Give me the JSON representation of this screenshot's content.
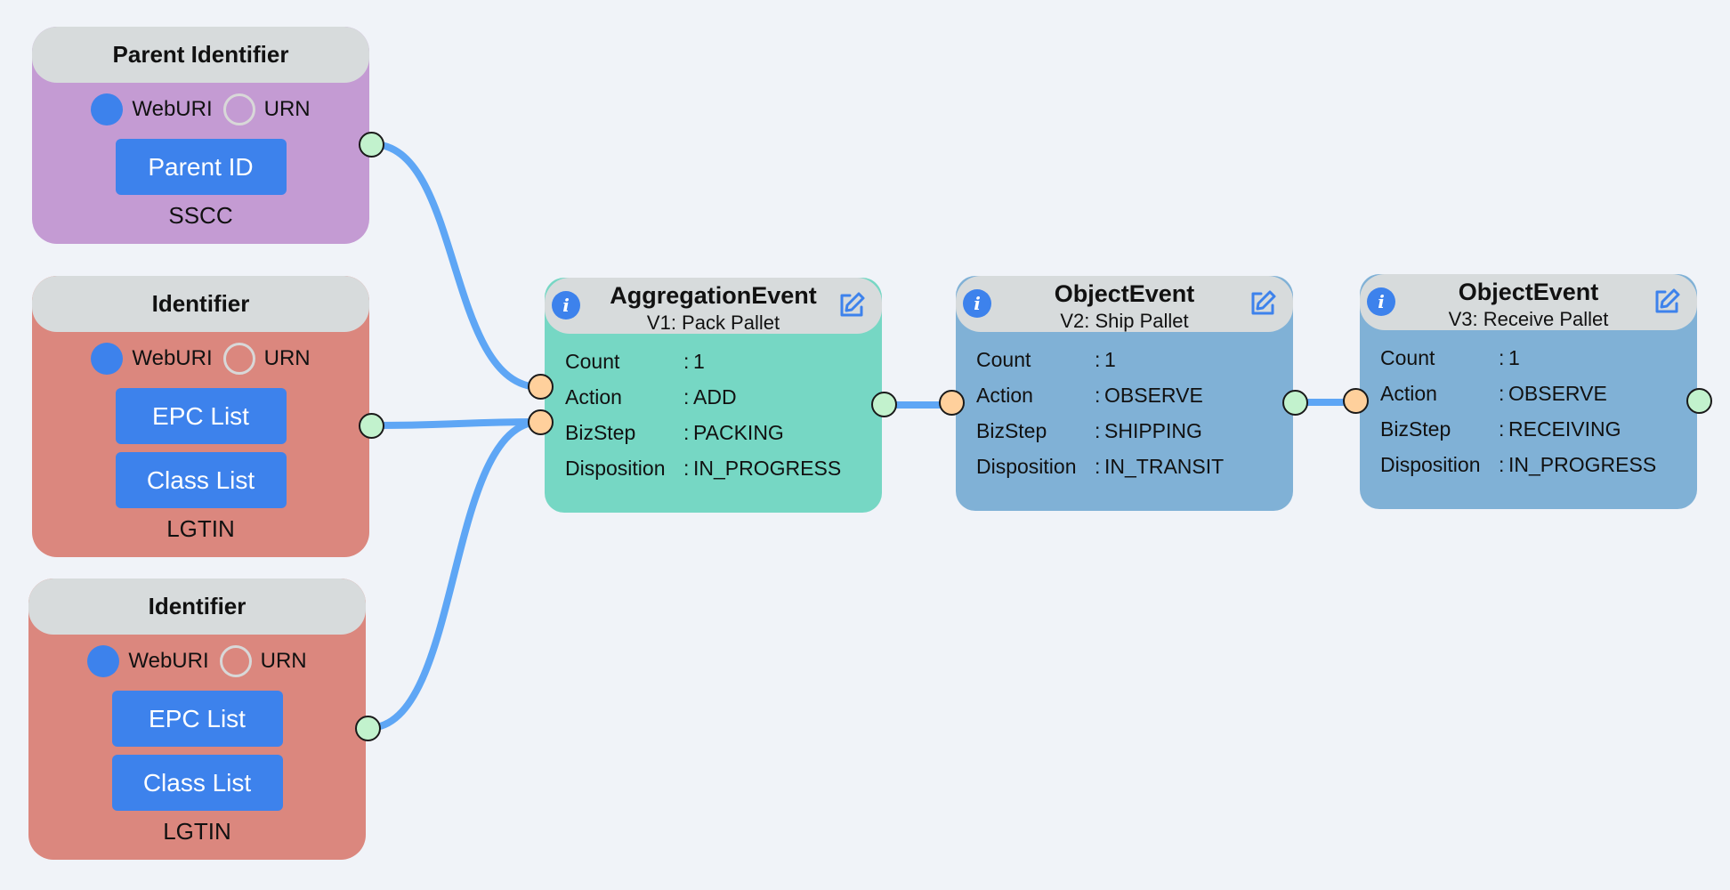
{
  "identifier_nodes": [
    {
      "title": "Parent Identifier",
      "radio_options": [
        "WebURI",
        "URN"
      ],
      "selected": "WebURI",
      "buttons": [
        "Parent ID"
      ],
      "type": "SSCC",
      "color": "#c49bd3"
    },
    {
      "title": "Identifier",
      "radio_options": [
        "WebURI",
        "URN"
      ],
      "selected": "WebURI",
      "buttons": [
        "EPC List",
        "Class List"
      ],
      "type": "LGTIN",
      "color": "#db877e"
    },
    {
      "title": "Identifier",
      "radio_options": [
        "WebURI",
        "URN"
      ],
      "selected": "WebURI",
      "buttons": [
        "EPC List",
        "Class List"
      ],
      "type": "LGTIN",
      "color": "#db877e"
    }
  ],
  "event_nodes": [
    {
      "title": "AggregationEvent",
      "subtitle": "V1: Pack Pallet",
      "color": "#76d7c4",
      "props": [
        {
          "key": "Count",
          "value": "1"
        },
        {
          "key": "Action",
          "value": "ADD"
        },
        {
          "key": "BizStep",
          "value": "PACKING"
        },
        {
          "key": "Disposition",
          "value": "IN_PROGRESS"
        }
      ]
    },
    {
      "title": "ObjectEvent",
      "subtitle": "V2: Ship Pallet",
      "color": "#80b1d6",
      "props": [
        {
          "key": "Count",
          "value": "1"
        },
        {
          "key": "Action",
          "value": "OBSERVE"
        },
        {
          "key": "BizStep",
          "value": "SHIPPING"
        },
        {
          "key": "Disposition",
          "value": "IN_TRANSIT"
        }
      ]
    },
    {
      "title": "ObjectEvent",
      "subtitle": "V3: Receive Pallet",
      "color": "#80b1d6",
      "props": [
        {
          "key": "Count",
          "value": "1"
        },
        {
          "key": "Action",
          "value": "OBSERVE"
        },
        {
          "key": "BizStep",
          "value": "RECEIVING"
        },
        {
          "key": "Disposition",
          "value": "IN_PROGRESS"
        }
      ]
    }
  ],
  "icons": {
    "info": "info-icon",
    "edit": "pencil-edit-icon"
  },
  "colors": {
    "wire": "#5ea6f5",
    "accent": "#3d82ec",
    "output_port": "#c2f2cd",
    "input_port": "#ffd09c"
  }
}
